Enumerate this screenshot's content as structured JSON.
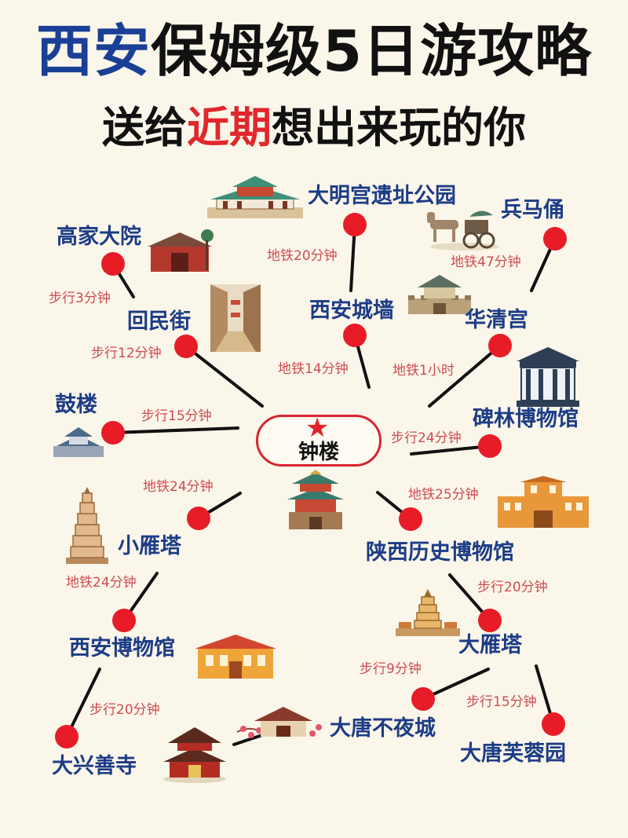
{
  "title": {
    "line1_part1": "西安",
    "line1_part2": "保姆级5日游攻略",
    "line2_part1": "送给",
    "line2_part2": "近期",
    "line2_part3": "想出来玩的你"
  },
  "center": {
    "label": "钟楼"
  },
  "places": {
    "daminggong": "大明宫遗址公园",
    "bingmayong": "兵马俑",
    "gaojiadayuan": "高家大院",
    "chengqiang": "西安城墙",
    "huaqinggong": "华清宫",
    "huiminjie": "回民街",
    "gulou": "鼓楼",
    "beilin": "碑林博物馆",
    "xiaoyanta": "小雁塔",
    "shaanxi_museum": "陕西历史博物馆",
    "xian_museum": "西安博物馆",
    "dayanta": "大雁塔",
    "datang_buyecheng": "大唐不夜城",
    "daxingshansi": "大兴善寺",
    "furongyuan": "大唐芙蓉园"
  },
  "routes": {
    "daming_to_wall": "地铁20分钟",
    "terracotta_to_huaqing": "地铁47分钟",
    "gao_to_huimin": "步行3分钟",
    "huimin_to_bell": "步行12分钟",
    "wall_to_bell": "地铁14分钟",
    "huaqing_to_bell": "地铁1小时",
    "drum_to_bell": "步行15分钟",
    "bell_to_beilin": "步行24分钟",
    "bell_to_xiaoyan": "地铁24分钟",
    "bell_to_shaanxi": "地铁25分钟",
    "xiaoyan_to_museum": "地铁24分钟",
    "shaanxi_to_dayan": "步行20分钟",
    "dayan_to_buyecheng": "步行9分钟",
    "dayan_to_furong": "步行15分钟",
    "museum_to_daxing": "步行20分钟"
  },
  "colors": {
    "accent_red": "#e0282c",
    "title_blue": "#1a3f96",
    "label_blue": "#1c3c86",
    "route_text": "#cf4b52",
    "background": "#fbf6ea"
  }
}
